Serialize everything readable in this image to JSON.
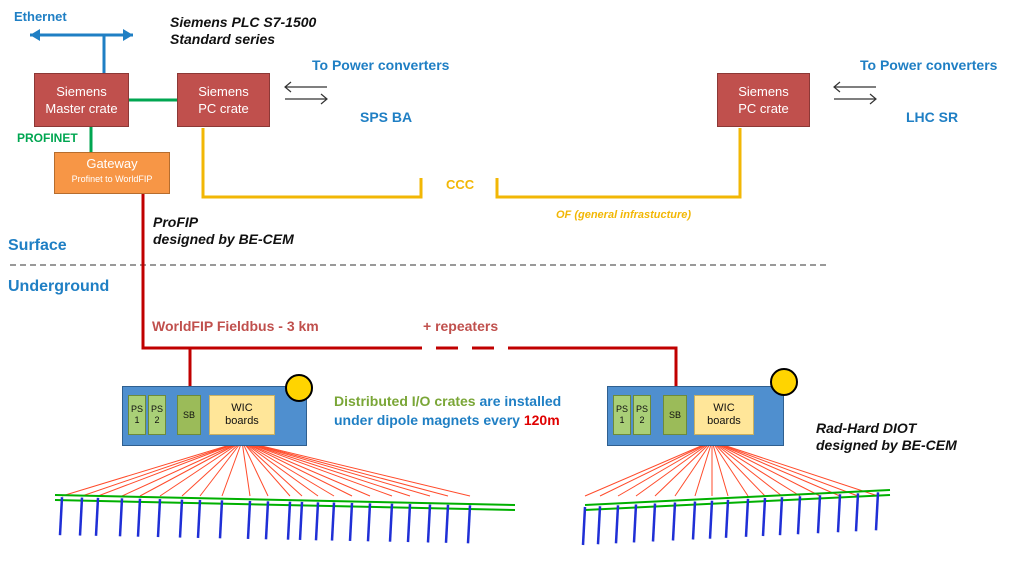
{
  "ethernet_label": "Ethernet",
  "plc_title": [
    "Siemens PLC S7-1500",
    "Standard series"
  ],
  "master_crate": [
    "Siemens",
    "Master crate"
  ],
  "pc_crate_left": [
    "Siemens",
    "PC crate"
  ],
  "pc_crate_right": [
    "Siemens",
    "PC crate"
  ],
  "profinet_label": "PROFINET",
  "gateway": [
    "Gateway",
    "Profinet to WorldFIP"
  ],
  "to_power_left": "To Power converters",
  "to_power_right": "To Power converters",
  "sps_ba": "SPS BA",
  "lhc_sr": "LHC SR",
  "ccc": "CCC",
  "of_label": "OF (general infrastucture)",
  "profip": [
    "ProFIP",
    "designed by BE-CEM"
  ],
  "surface": "Surface",
  "underground": "Underground",
  "worldfip": "WorldFIP Fieldbus - 3 km",
  "repeaters": "+ repeaters",
  "crate_left": {
    "ps1": [
      "PS",
      "1"
    ],
    "ps2": [
      "PS",
      "2"
    ],
    "sb": "SB",
    "wic": [
      "WIC",
      "boards"
    ]
  },
  "crate_right": {
    "ps1": [
      "PS",
      "1"
    ],
    "ps2": [
      "PS",
      "2"
    ],
    "sb": "SB",
    "wic": [
      "WIC",
      "boards"
    ]
  },
  "distributed": {
    "part1": "Distributed I/O crates",
    "part2": " are installed",
    "part3": "under dipole magnets every ",
    "part4": "120m"
  },
  "radhard": [
    "Rad-Hard DIOT",
    "designed by BE-CEM"
  ],
  "colors": {
    "blue_text": "#1f7fc4",
    "green_line": "#00a651",
    "orange_line": "#f2b705",
    "red_line": "#c00000",
    "crate_red": "#c0504d",
    "gateway_orange": "#f79646",
    "io_blue": "#4f8fcf",
    "magnet_blue": "#1f2fd6",
    "fan_red": "#ff4b2b"
  }
}
